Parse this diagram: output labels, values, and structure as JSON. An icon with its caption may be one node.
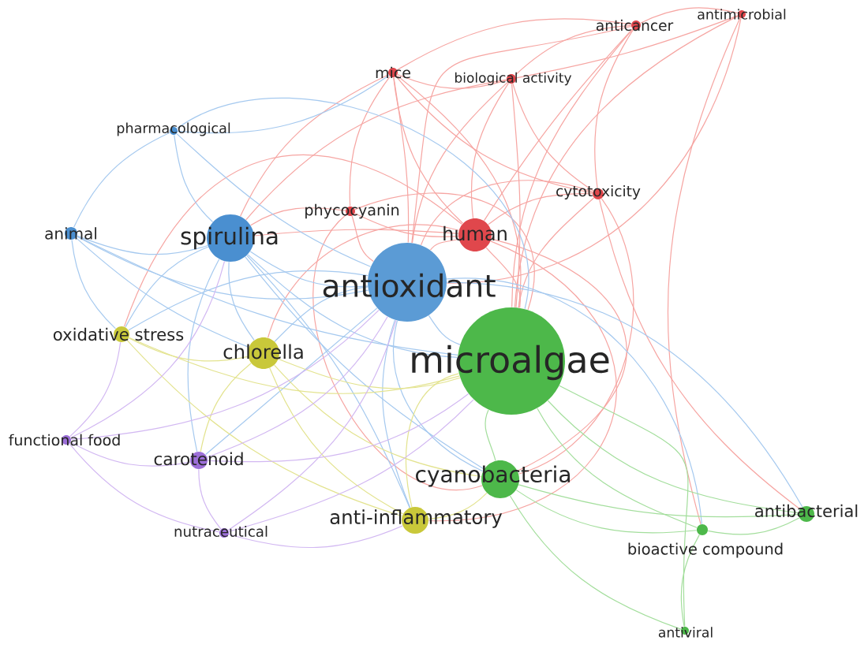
{
  "diagram": {
    "nodes": [
      {
        "text": [
          "antimicrobial"
        ]
      },
      {
        "text": [
          "anticancer"
        ]
      },
      {
        "text": [
          "mice"
        ]
      },
      {
        "text": [
          "biological activity"
        ]
      },
      {
        "text": [
          "pharmacological"
        ]
      },
      {
        "text": [
          "cytotoxicity"
        ]
      },
      {
        "text": [
          "phycocyanin"
        ]
      },
      {
        "text": [
          "human"
        ]
      },
      {
        "text": [
          "animal"
        ]
      },
      {
        "text": [
          "spirulina"
        ]
      },
      {
        "text": [
          "antioxidant"
        ]
      },
      {
        "text": [
          "oxidative stress"
        ]
      },
      {
        "text": [
          "chlorella"
        ]
      },
      {
        "text": [
          "microalgae"
        ]
      },
      {
        "text": [
          "functional food"
        ]
      },
      {
        "text": [
          "carotenoid"
        ]
      },
      {
        "text": [
          "cyanobacteria"
        ]
      },
      {
        "text": [
          "anti-inflammatory"
        ]
      },
      {
        "text": [
          "antibacterial"
        ]
      },
      {
        "text": [
          "bioactive compound"
        ]
      },
      {
        "text": [
          "nutraceutical"
        ]
      },
      {
        "text": [
          "antiviral"
        ]
      }
    ],
    "edges": [
      {
        "from": 0,
        "to": 1,
        "arrow": "none",
        "color": "#f6a5a2"
      },
      {
        "from": 0,
        "to": 3,
        "arrow": "none",
        "color": "#f6a5a2"
      },
      {
        "from": 0,
        "to": 13,
        "arrow": "none",
        "color": "#f6a5a2"
      },
      {
        "from": 0,
        "to": 10,
        "arrow": "none",
        "color": "#f6a5a2"
      },
      {
        "from": 0,
        "to": 19,
        "arrow": "none",
        "color": "#f6a5a2"
      },
      {
        "from": 1,
        "to": 3,
        "arrow": "none",
        "color": "#f6a5a2"
      },
      {
        "from": 1,
        "to": 7,
        "arrow": "none",
        "color": "#f6a5a2"
      },
      {
        "from": 1,
        "to": 5,
        "arrow": "none",
        "color": "#f6a5a2"
      },
      {
        "from": 1,
        "to": 13,
        "arrow": "none",
        "color": "#f6a5a2"
      },
      {
        "from": 1,
        "to": 10,
        "arrow": "none",
        "color": "#f6a5a2"
      },
      {
        "from": 1,
        "to": 2,
        "arrow": "none",
        "color": "#f6a5a2"
      },
      {
        "from": 2,
        "to": 7,
        "arrow": "none",
        "color": "#f6a5a2"
      },
      {
        "from": 2,
        "to": 10,
        "arrow": "none",
        "color": "#f6a5a2"
      },
      {
        "from": 2,
        "to": 6,
        "arrow": "none",
        "color": "#f6a5a2"
      },
      {
        "from": 2,
        "to": 13,
        "arrow": "none",
        "color": "#f6a5a2"
      },
      {
        "from": 2,
        "to": 9,
        "arrow": "none",
        "color": "#f6a5a2"
      },
      {
        "from": 2,
        "to": 3,
        "arrow": "none",
        "color": "#f6a5a2"
      },
      {
        "from": 2,
        "to": 5,
        "arrow": "none",
        "color": "#f6a5a2"
      },
      {
        "from": 3,
        "to": 7,
        "arrow": "none",
        "color": "#f6a5a2"
      },
      {
        "from": 3,
        "to": 10,
        "arrow": "none",
        "color": "#f6a5a2"
      },
      {
        "from": 3,
        "to": 13,
        "arrow": "none",
        "color": "#f6a5a2"
      },
      {
        "from": 3,
        "to": 9,
        "arrow": "none",
        "color": "#f6a5a2"
      },
      {
        "from": 3,
        "to": 5,
        "arrow": "none",
        "color": "#f6a5a2"
      },
      {
        "from": 5,
        "to": 7,
        "arrow": "none",
        "color": "#f6a5a2"
      },
      {
        "from": 5,
        "to": 10,
        "arrow": "none",
        "color": "#f6a5a2"
      },
      {
        "from": 5,
        "to": 13,
        "arrow": "none",
        "color": "#f6a5a2"
      },
      {
        "from": 5,
        "to": 16,
        "arrow": "none",
        "color": "#f6a5a2"
      },
      {
        "from": 5,
        "to": 18,
        "arrow": "none",
        "color": "#f6a5a2"
      },
      {
        "from": 6,
        "to": 7,
        "arrow": "none",
        "color": "#f6a5a2"
      },
      {
        "from": 6,
        "to": 10,
        "arrow": "none",
        "color": "#f6a5a2"
      },
      {
        "from": 6,
        "to": 9,
        "arrow": "none",
        "color": "#f6a5a2"
      },
      {
        "from": 6,
        "to": 13,
        "arrow": "none",
        "color": "#f6a5a2"
      },
      {
        "from": 6,
        "to": 16,
        "arrow": "none",
        "color": "#f6a5a2"
      },
      {
        "from": 7,
        "to": 10,
        "arrow": "none",
        "color": "#f6a5a2"
      },
      {
        "from": 7,
        "to": 13,
        "arrow": "none",
        "color": "#f6a5a2"
      },
      {
        "from": 7,
        "to": 9,
        "arrow": "none",
        "color": "#f6a5a2"
      },
      {
        "from": 7,
        "to": 12,
        "arrow": "none",
        "color": "#f6a5a2"
      },
      {
        "from": 7,
        "to": 16,
        "arrow": "none",
        "color": "#f6a5a2"
      },
      {
        "from": 7,
        "to": 17,
        "arrow": "none",
        "color": "#f6a5a2"
      },
      {
        "from": 7,
        "to": 11,
        "arrow": "none",
        "color": "#f6a5a2"
      },
      {
        "from": 4,
        "to": 9,
        "arrow": "none",
        "color": "#a5c9ef"
      },
      {
        "from": 4,
        "to": 8,
        "arrow": "none",
        "color": "#a5c9ef"
      },
      {
        "from": 4,
        "to": 10,
        "arrow": "none",
        "color": "#a5c9ef"
      },
      {
        "from": 4,
        "to": 13,
        "arrow": "none",
        "color": "#a5c9ef"
      },
      {
        "from": 4,
        "to": 2,
        "arrow": "none",
        "color": "#a5c9ef"
      },
      {
        "from": 8,
        "to": 9,
        "arrow": "none",
        "color": "#a5c9ef"
      },
      {
        "from": 8,
        "to": 10,
        "arrow": "none",
        "color": "#a5c9ef"
      },
      {
        "from": 8,
        "to": 11,
        "arrow": "none",
        "color": "#a5c9ef"
      },
      {
        "from": 8,
        "to": 13,
        "arrow": "none",
        "color": "#a5c9ef"
      },
      {
        "from": 8,
        "to": 12,
        "arrow": "none",
        "color": "#a5c9ef"
      },
      {
        "from": 9,
        "to": 10,
        "arrow": "none",
        "color": "#a5c9ef"
      },
      {
        "from": 9,
        "to": 13,
        "arrow": "none",
        "color": "#a5c9ef"
      },
      {
        "from": 9,
        "to": 12,
        "arrow": "none",
        "color": "#a5c9ef"
      },
      {
        "from": 9,
        "to": 11,
        "arrow": "none",
        "color": "#a5c9ef"
      },
      {
        "from": 9,
        "to": 16,
        "arrow": "none",
        "color": "#a5c9ef"
      },
      {
        "from": 9,
        "to": 17,
        "arrow": "none",
        "color": "#a5c9ef"
      },
      {
        "from": 9,
        "to": 15,
        "arrow": "none",
        "color": "#a5c9ef"
      },
      {
        "from": 10,
        "to": 13,
        "arrow": "none",
        "color": "#a5c9ef"
      },
      {
        "from": 10,
        "to": 12,
        "arrow": "none",
        "color": "#a5c9ef"
      },
      {
        "from": 10,
        "to": 11,
        "arrow": "none",
        "color": "#a5c9ef"
      },
      {
        "from": 10,
        "to": 16,
        "arrow": "none",
        "color": "#a5c9ef"
      },
      {
        "from": 10,
        "to": 17,
        "arrow": "none",
        "color": "#a5c9ef"
      },
      {
        "from": 10,
        "to": 15,
        "arrow": "none",
        "color": "#a5c9ef"
      },
      {
        "from": 10,
        "to": 19,
        "arrow": "none",
        "color": "#a5c9ef"
      },
      {
        "from": 10,
        "to": 18,
        "arrow": "none",
        "color": "#a5c9ef"
      },
      {
        "from": 11,
        "to": 12,
        "arrow": "none",
        "color": "#e3e38f"
      },
      {
        "from": 11,
        "to": 13,
        "arrow": "none",
        "color": "#e3e38f"
      },
      {
        "from": 11,
        "to": 17,
        "arrow": "none",
        "color": "#e3e38f"
      },
      {
        "from": 12,
        "to": 13,
        "arrow": "none",
        "color": "#e3e38f"
      },
      {
        "from": 12,
        "to": 17,
        "arrow": "none",
        "color": "#e3e38f"
      },
      {
        "from": 12,
        "to": 15,
        "arrow": "none",
        "color": "#e3e38f"
      },
      {
        "from": 12,
        "to": 16,
        "arrow": "none",
        "color": "#e3e38f"
      },
      {
        "from": 17,
        "to": 13,
        "arrow": "none",
        "color": "#e3e38f"
      },
      {
        "from": 17,
        "to": 16,
        "arrow": "none",
        "color": "#e3e38f"
      },
      {
        "from": 14,
        "to": 15,
        "arrow": "none",
        "color": "#d2b8f2"
      },
      {
        "from": 14,
        "to": 11,
        "arrow": "none",
        "color": "#d2b8f2"
      },
      {
        "from": 14,
        "to": 9,
        "arrow": "none",
        "color": "#d2b8f2"
      },
      {
        "from": 14,
        "to": 10,
        "arrow": "none",
        "color": "#d2b8f2"
      },
      {
        "from": 14,
        "to": 20,
        "arrow": "none",
        "color": "#d2b8f2"
      },
      {
        "from": 15,
        "to": 20,
        "arrow": "none",
        "color": "#d2b8f2"
      },
      {
        "from": 15,
        "to": 13,
        "arrow": "none",
        "color": "#d2b8f2"
      },
      {
        "from": 15,
        "to": 10,
        "arrow": "none",
        "color": "#d2b8f2"
      },
      {
        "from": 20,
        "to": 13,
        "arrow": "none",
        "color": "#d2b8f2"
      },
      {
        "from": 20,
        "to": 10,
        "arrow": "none",
        "color": "#d2b8f2"
      },
      {
        "from": 20,
        "to": 17,
        "arrow": "none",
        "color": "#d2b8f2"
      },
      {
        "from": 13,
        "to": 16,
        "arrow": "none",
        "color": "#a3de9c"
      },
      {
        "from": 13,
        "to": 19,
        "arrow": "none",
        "color": "#a3de9c"
      },
      {
        "from": 13,
        "to": 18,
        "arrow": "none",
        "color": "#a3de9c"
      },
      {
        "from": 13,
        "to": 21,
        "arrow": "none",
        "color": "#a3de9c"
      },
      {
        "from": 16,
        "to": 19,
        "arrow": "none",
        "color": "#a3de9c"
      },
      {
        "from": 16,
        "to": 18,
        "arrow": "none",
        "color": "#a3de9c"
      },
      {
        "from": 16,
        "to": 21,
        "arrow": "none",
        "color": "#a3de9c"
      },
      {
        "from": 19,
        "to": 18,
        "arrow": "none",
        "color": "#a3de9c"
      },
      {
        "from": 19,
        "to": 21,
        "arrow": "none",
        "color": "#a3de9c"
      }
    ]
  }
}
